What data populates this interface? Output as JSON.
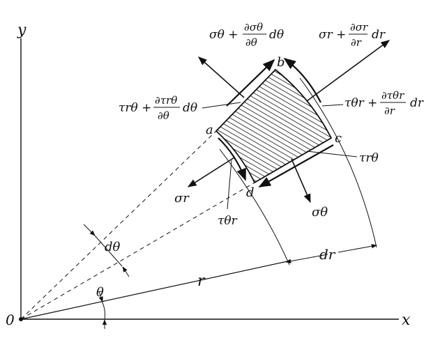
{
  "diagram": {
    "axes": {
      "x": "x",
      "y": "y",
      "origin": "0"
    },
    "corners": {
      "a": "a",
      "b": "b",
      "c": "c",
      "d": "d"
    },
    "dims": {
      "r": "r",
      "dr": "dr",
      "dtheta": "dθ",
      "theta": "θ"
    },
    "stresses": {
      "sigma_theta_top": {
        "main": "σθ +",
        "num": "∂σθ",
        "den": "∂θ",
        "tail": "dθ"
      },
      "sigma_r_right": {
        "main": "σr +",
        "num": "∂σr",
        "den": "∂r",
        "tail": "dr"
      },
      "tau_rtheta_left": {
        "main": "τrθ +",
        "num": "∂τrθ",
        "den": "∂θ",
        "tail": "dθ"
      },
      "tau_thetar_right": {
        "main": "τθr +",
        "num": "∂τθr",
        "den": "∂r",
        "tail": "dr"
      },
      "tau_rtheta_bottom": "τrθ",
      "sigma_r_left": "σr",
      "tau_thetar_bottom": "τθr",
      "sigma_theta_bottom": "σθ"
    }
  }
}
